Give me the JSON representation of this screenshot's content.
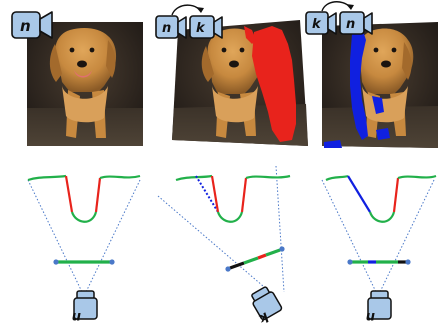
{
  "colors": {
    "camera_fill": "#a9c8e8",
    "camera_stroke": "#111111",
    "surface_green": "#22b04a",
    "occlusion_red": "#e8231c",
    "change_blue": "#1020e0",
    "ray_blue": "#4a78c8",
    "baseline_black": "#111111",
    "photo_dark": "#2b2520",
    "dog_fur": "#c7893f"
  },
  "icons": {
    "camera": "camera-icon",
    "transition_arrow": "curved-arrow-icon"
  },
  "panels": [
    {
      "id": "left",
      "cameras": [
        "n"
      ],
      "overlay": "none",
      "bottom_camera": "n"
    },
    {
      "id": "middle",
      "cameras": [
        "n",
        "k"
      ],
      "overlay": "red",
      "bottom_camera": "k"
    },
    {
      "id": "right",
      "cameras": [
        "k",
        "n"
      ],
      "overlay": "blue",
      "bottom_camera": "n"
    }
  ]
}
